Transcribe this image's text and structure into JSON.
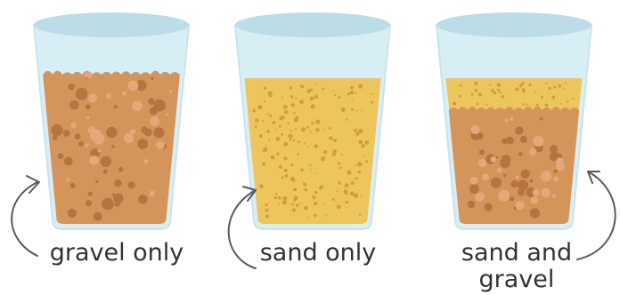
{
  "cups": [
    {
      "id": "gravel",
      "label_lines": [
        "gravel only"
      ],
      "layers": [
        "gravel"
      ]
    },
    {
      "id": "sand",
      "label_lines": [
        "sand only"
      ],
      "layers": [
        "sand"
      ]
    },
    {
      "id": "mix",
      "label_lines": [
        "sand and",
        "gravel"
      ],
      "layers": [
        "sand",
        "gravel"
      ]
    }
  ],
  "colors": {
    "glass": "#d8eef5",
    "glass_edge": "#c9e4ec",
    "rim": "#bcdce7",
    "gravel": "#d4955a",
    "gravel_dark": "#b87440",
    "gravel_light": "#e6a878",
    "sand": "#ecc55c",
    "sand_dark": "#d39e3a",
    "arrow": "#5a5a5a",
    "text": "#333333"
  }
}
